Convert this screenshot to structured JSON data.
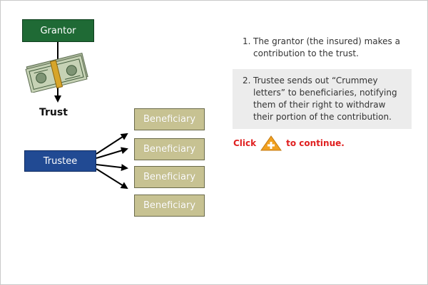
{
  "diagram": {
    "grantor_label": "Grantor",
    "trust_label": "Trust",
    "trustee_label": "Trustee",
    "beneficiaries": [
      "Beneficiary",
      "Beneficiary",
      "Beneficiary",
      "Beneficiary"
    ]
  },
  "steps": [
    {
      "number": "1.",
      "text": "The grantor (the insured) makes a contribution to the trust."
    },
    {
      "number": "2.",
      "text": "Trustee sends out “Crummey letters” to beneficiaries, notifying them of their right to withdraw their portion of the contribution."
    }
  ],
  "cta": {
    "before": "Click",
    "after": "to continue."
  },
  "colors": {
    "grantor": "#1f6a35",
    "trustee": "#214a93",
    "beneficiary": "#c7c292",
    "accent": "#e02020",
    "button": "#f0a020"
  },
  "icons": {
    "money": "money-stack-icon",
    "continue": "plus-triangle-icon"
  }
}
